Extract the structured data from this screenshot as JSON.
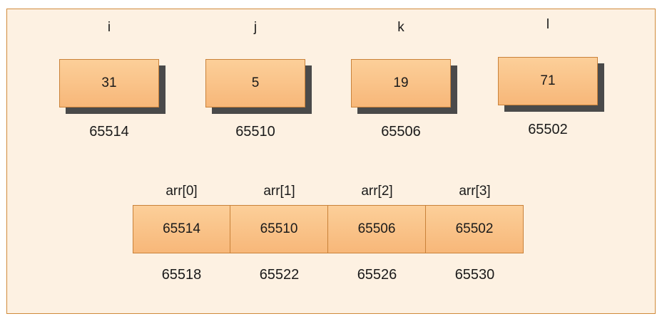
{
  "variables": [
    {
      "name": "i",
      "value": "31",
      "address": "65514"
    },
    {
      "name": "j",
      "value": "5",
      "address": "65510"
    },
    {
      "name": "k",
      "value": "19",
      "address": "65506"
    },
    {
      "name": "l",
      "value": "71",
      "address": "65502"
    }
  ],
  "array": [
    {
      "label": "arr[0]",
      "value": "65514",
      "address": "65518"
    },
    {
      "label": "arr[1]",
      "value": "65510",
      "address": "65522"
    },
    {
      "label": "arr[2]",
      "value": "65506",
      "address": "65526"
    },
    {
      "label": "arr[3]",
      "value": "65502",
      "address": "65530"
    }
  ],
  "colors": {
    "panel_background": "#fdf1e2",
    "panel_border": "#d08a3a",
    "box_fill": "#f7b779",
    "box_border": "#c9823a",
    "shadow": "#4a4a4a"
  }
}
